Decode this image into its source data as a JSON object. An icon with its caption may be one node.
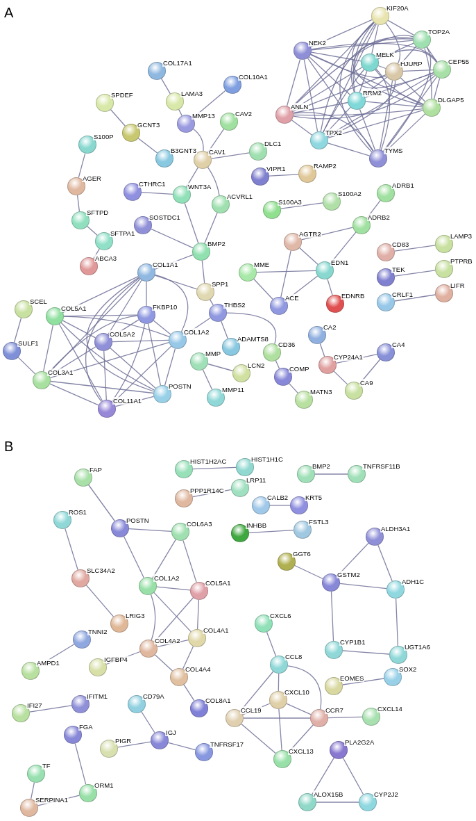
{
  "diagram": {
    "nodes": [
      {
        "text": [
          "KIF20A"
        ]
      },
      {
        "text": [
          "TOP2A"
        ]
      },
      {
        "text": [
          "NEK2"
        ]
      },
      {
        "text": [
          "MELK"
        ]
      },
      {
        "text": [
          "CEP55"
        ]
      },
      {
        "text": [
          "HJURP"
        ]
      },
      {
        "text": [
          "COL17A1"
        ]
      },
      {
        "text": [
          "COL10A1"
        ]
      },
      {
        "text": [
          "LAMA3"
        ]
      },
      {
        "text": [
          "SPDEF"
        ]
      },
      {
        "text": [
          "RRM2"
        ]
      },
      {
        "text": [
          "DLGAP5"
        ]
      },
      {
        "text": [
          "ANLN"
        ]
      },
      {
        "text": [
          "MMP13"
        ]
      },
      {
        "text": [
          "CAV2"
        ]
      },
      {
        "text": [
          "GCNT3"
        ]
      },
      {
        "text": [
          "TPX2"
        ]
      },
      {
        "text": [
          "S100P"
        ]
      },
      {
        "text": [
          "DLC1"
        ]
      },
      {
        "text": [
          "TYMS"
        ]
      },
      {
        "text": [
          "B3GNT3"
        ]
      },
      {
        "text": [
          "CAV1"
        ]
      },
      {
        "text": [
          "RAMP2"
        ]
      },
      {
        "text": [
          "VIPR1"
        ]
      },
      {
        "text": [
          "AGER"
        ]
      },
      {
        "text": [
          "CTHRC1"
        ]
      },
      {
        "text": [
          "WNT3A"
        ]
      },
      {
        "text": [
          "ADRB1"
        ]
      },
      {
        "text": [
          "S100A2"
        ]
      },
      {
        "text": [
          "ACVRL1"
        ]
      },
      {
        "text": [
          "S100A3"
        ]
      },
      {
        "text": [
          "SFTPD"
        ]
      },
      {
        "text": [
          "ADRB2"
        ]
      },
      {
        "text": [
          "SOSTDC1"
        ]
      },
      {
        "text": [
          "SFTPA1"
        ]
      },
      {
        "text": [
          "AGTR2"
        ]
      },
      {
        "text": [
          "LAMP3"
        ]
      },
      {
        "text": [
          "BMP2"
        ]
      },
      {
        "text": [
          "CD83"
        ]
      },
      {
        "text": [
          "MME"
        ]
      },
      {
        "text": [
          "EDN1"
        ]
      },
      {
        "text": [
          "ABCA3"
        ]
      },
      {
        "text": [
          "PTPRB"
        ]
      },
      {
        "text": [
          "COL1A1"
        ]
      },
      {
        "text": [
          "TEK"
        ]
      },
      {
        "text": [
          "SPP1"
        ]
      },
      {
        "text": [
          "LIFR"
        ]
      },
      {
        "text": [
          "CRLF1"
        ]
      },
      {
        "text": [
          "ACE"
        ]
      },
      {
        "text": [
          "EDNRB"
        ]
      },
      {
        "text": [
          "SCEL"
        ]
      },
      {
        "text": [
          "THBS2"
        ]
      },
      {
        "text": [
          "FKBP10"
        ]
      },
      {
        "text": [
          "COL5A1"
        ]
      },
      {
        "text": [
          "ADAMTS8"
        ]
      },
      {
        "text": [
          "COL1A2"
        ]
      },
      {
        "text": [
          "CA2"
        ]
      },
      {
        "text": [
          "COL5A2"
        ]
      },
      {
        "text": [
          "SULF1"
        ]
      },
      {
        "text": [
          "CD36"
        ]
      },
      {
        "text": [
          "CA4"
        ]
      },
      {
        "text": [
          "MMP"
        ]
      },
      {
        "text": [
          "CYP24A1"
        ]
      },
      {
        "text": [
          "LCN2"
        ]
      },
      {
        "text": [
          "COMP"
        ]
      },
      {
        "text": [
          "COL3A1"
        ]
      },
      {
        "text": [
          "CA9"
        ]
      },
      {
        "text": [
          "POSTN"
        ]
      },
      {
        "text": [
          "MATN3"
        ]
      },
      {
        "text": [
          "MMP11"
        ]
      },
      {
        "text": [
          "COL11A1"
        ]
      },
      {
        "text": [
          "HIST1H2AC"
        ]
      },
      {
        "text": [
          "HIST1H1C"
        ]
      },
      {
        "text": [
          "BMP2"
        ]
      },
      {
        "text": [
          "TNFRSF11B"
        ]
      },
      {
        "text": [
          "FAP"
        ]
      },
      {
        "text": [
          "LRP11"
        ]
      },
      {
        "text": [
          "PPP1R14C"
        ]
      },
      {
        "text": [
          "CALB2"
        ]
      },
      {
        "text": [
          "KRT5"
        ]
      },
      {
        "text": [
          "ROS1"
        ]
      },
      {
        "text": [
          "POSTN"
        ]
      },
      {
        "text": [
          "COL6A3"
        ]
      },
      {
        "text": [
          "INHBB"
        ]
      },
      {
        "text": [
          "FSTL3"
        ]
      },
      {
        "text": [
          "ALDH3A1"
        ]
      },
      {
        "text": [
          "GGT6"
        ]
      },
      {
        "text": [
          "SLC34A2"
        ]
      },
      {
        "text": [
          "GSTM2"
        ]
      },
      {
        "text": [
          "COL1A2"
        ]
      },
      {
        "text": [
          "ADH1C"
        ]
      },
      {
        "text": [
          "COL5A1"
        ]
      },
      {
        "text": [
          "LRIG3"
        ]
      },
      {
        "text": [
          "CXCL6"
        ]
      },
      {
        "text": [
          "COL4A1"
        ]
      },
      {
        "text": [
          "TNNI2"
        ]
      },
      {
        "text": [
          "COL4A2"
        ]
      },
      {
        "text": [
          "CYP1B1"
        ]
      },
      {
        "text": [
          "UGT1A6"
        ]
      },
      {
        "text": [
          "CCL8"
        ]
      },
      {
        "text": [
          "AMPD1"
        ]
      },
      {
        "text": [
          "IGFBP4"
        ]
      },
      {
        "text": [
          "COL4A4"
        ]
      },
      {
        "text": [
          "SOX2"
        ]
      },
      {
        "text": [
          "EOMES"
        ]
      },
      {
        "text": [
          "CXCL10"
        ]
      },
      {
        "text": [
          "IFITM1"
        ]
      },
      {
        "text": [
          "CD79A"
        ]
      },
      {
        "text": [
          "COL8A1"
        ]
      },
      {
        "text": [
          "IFI27"
        ]
      },
      {
        "text": [
          "CXCL14"
        ]
      },
      {
        "text": [
          "CCL19"
        ]
      },
      {
        "text": [
          "CCR7"
        ]
      },
      {
        "text": [
          "FGA"
        ]
      },
      {
        "text": [
          "IGJ"
        ]
      },
      {
        "text": [
          "PIGR"
        ]
      },
      {
        "text": [
          "PLA2G2A"
        ]
      },
      {
        "text": [
          "TNFRSF17"
        ]
      },
      {
        "text": [
          "CXCL13"
        ]
      },
      {
        "text": [
          "TF"
        ]
      },
      {
        "text": [
          "ORM1"
        ]
      },
      {
        "text": [
          "ALOX15B"
        ]
      },
      {
        "text": [
          "CYP2J2"
        ]
      },
      {
        "text": [
          "SERPINA1"
        ]
      }
    ],
    "edges": [
      {
        "from": 0,
        "to": 1,
        "arrow": "none"
      },
      {
        "from": 0,
        "to": 2,
        "arrow": "none"
      },
      {
        "from": 0,
        "to": 3,
        "arrow": "none"
      },
      {
        "from": 0,
        "to": 4,
        "arrow": "none"
      },
      {
        "from": 0,
        "to": 5,
        "arrow": "none"
      },
      {
        "from": 0,
        "to": 10,
        "arrow": "none"
      },
      {
        "from": 0,
        "to": 11,
        "arrow": "none"
      },
      {
        "from": 0,
        "to": 12,
        "arrow": "none"
      },
      {
        "from": 0,
        "to": 16,
        "arrow": "none"
      },
      {
        "from": 0,
        "to": 19,
        "arrow": "none"
      },
      {
        "from": 1,
        "to": 2,
        "arrow": "none"
      },
      {
        "from": 1,
        "to": 3,
        "arrow": "none"
      },
      {
        "from": 1,
        "to": 4,
        "arrow": "none"
      },
      {
        "from": 1,
        "to": 5,
        "arrow": "none"
      },
      {
        "from": 1,
        "to": 10,
        "arrow": "none"
      },
      {
        "from": 1,
        "to": 11,
        "arrow": "none"
      },
      {
        "from": 1,
        "to": 12,
        "arrow": "none"
      },
      {
        "from": 1,
        "to": 16,
        "arrow": "none"
      },
      {
        "from": 1,
        "to": 19,
        "arrow": "none"
      },
      {
        "from": 2,
        "to": 3,
        "arrow": "none"
      },
      {
        "from": 2,
        "to": 4,
        "arrow": "none"
      },
      {
        "from": 2,
        "to": 5,
        "arrow": "none"
      },
      {
        "from": 2,
        "to": 10,
        "arrow": "none"
      },
      {
        "from": 2,
        "to": 11,
        "arrow": "none"
      },
      {
        "from": 2,
        "to": 12,
        "arrow": "none"
      },
      {
        "from": 2,
        "to": 16,
        "arrow": "none"
      },
      {
        "from": 2,
        "to": 19,
        "arrow": "none"
      },
      {
        "from": 3,
        "to": 4,
        "arrow": "none"
      },
      {
        "from": 3,
        "to": 5,
        "arrow": "none"
      },
      {
        "from": 3,
        "to": 10,
        "arrow": "none"
      },
      {
        "from": 3,
        "to": 11,
        "arrow": "none"
      },
      {
        "from": 3,
        "to": 12,
        "arrow": "none"
      },
      {
        "from": 3,
        "to": 16,
        "arrow": "none"
      },
      {
        "from": 3,
        "to": 19,
        "arrow": "none"
      },
      {
        "from": 4,
        "to": 5,
        "arrow": "none"
      },
      {
        "from": 4,
        "to": 10,
        "arrow": "none"
      },
      {
        "from": 4,
        "to": 11,
        "arrow": "none"
      },
      {
        "from": 4,
        "to": 12,
        "arrow": "none"
      },
      {
        "from": 4,
        "to": 16,
        "arrow": "none"
      },
      {
        "from": 4,
        "to": 19,
        "arrow": "none"
      },
      {
        "from": 5,
        "to": 10,
        "arrow": "none"
      },
      {
        "from": 5,
        "to": 11,
        "arrow": "none"
      },
      {
        "from": 5,
        "to": 12,
        "arrow": "none"
      },
      {
        "from": 5,
        "to": 16,
        "arrow": "none"
      },
      {
        "from": 5,
        "to": 19,
        "arrow": "none"
      },
      {
        "from": 10,
        "to": 11,
        "arrow": "none"
      },
      {
        "from": 10,
        "to": 12,
        "arrow": "none"
      },
      {
        "from": 10,
        "to": 16,
        "arrow": "none"
      },
      {
        "from": 10,
        "to": 19,
        "arrow": "none"
      },
      {
        "from": 11,
        "to": 12,
        "arrow": "none"
      },
      {
        "from": 11,
        "to": 16,
        "arrow": "none"
      },
      {
        "from": 11,
        "to": 19,
        "arrow": "none"
      },
      {
        "from": 12,
        "to": 16,
        "arrow": "none"
      },
      {
        "from": 12,
        "to": 19,
        "arrow": "none"
      },
      {
        "from": 16,
        "to": 19,
        "arrow": "none"
      },
      {
        "from": 43,
        "to": 52,
        "arrow": "none"
      },
      {
        "from": 43,
        "to": 53,
        "arrow": "none"
      },
      {
        "from": 43,
        "to": 55,
        "arrow": "none"
      },
      {
        "from": 43,
        "to": 57,
        "arrow": "none"
      },
      {
        "from": 43,
        "to": 65,
        "arrow": "none"
      },
      {
        "from": 43,
        "to": 67,
        "arrow": "none"
      },
      {
        "from": 43,
        "to": 70,
        "arrow": "none"
      },
      {
        "from": 52,
        "to": 53,
        "arrow": "none"
      },
      {
        "from": 52,
        "to": 55,
        "arrow": "none"
      },
      {
        "from": 52,
        "to": 57,
        "arrow": "none"
      },
      {
        "from": 52,
        "to": 65,
        "arrow": "none"
      },
      {
        "from": 52,
        "to": 67,
        "arrow": "none"
      },
      {
        "from": 52,
        "to": 70,
        "arrow": "none"
      },
      {
        "from": 53,
        "to": 55,
        "arrow": "none"
      },
      {
        "from": 53,
        "to": 57,
        "arrow": "none"
      },
      {
        "from": 53,
        "to": 65,
        "arrow": "none"
      },
      {
        "from": 53,
        "to": 67,
        "arrow": "none"
      },
      {
        "from": 53,
        "to": 70,
        "arrow": "none"
      },
      {
        "from": 55,
        "to": 57,
        "arrow": "none"
      },
      {
        "from": 55,
        "to": 65,
        "arrow": "none"
      },
      {
        "from": 55,
        "to": 67,
        "arrow": "none"
      },
      {
        "from": 55,
        "to": 70,
        "arrow": "none"
      },
      {
        "from": 57,
        "to": 65,
        "arrow": "none"
      },
      {
        "from": 57,
        "to": 67,
        "arrow": "none"
      },
      {
        "from": 57,
        "to": 70,
        "arrow": "none"
      },
      {
        "from": 65,
        "to": 67,
        "arrow": "none"
      },
      {
        "from": 65,
        "to": 70,
        "arrow": "none"
      },
      {
        "from": 67,
        "to": 70,
        "arrow": "none"
      },
      {
        "from": 55,
        "to": 51,
        "arrow": "none"
      },
      {
        "from": 6,
        "to": 8,
        "arrow": "none"
      },
      {
        "from": 8,
        "to": 13,
        "arrow": "none"
      },
      {
        "from": 13,
        "to": 7,
        "arrow": "none"
      },
      {
        "from": 13,
        "to": 21,
        "arrow": "none"
      },
      {
        "from": 9,
        "to": 15,
        "arrow": "none"
      },
      {
        "from": 15,
        "to": 20,
        "arrow": "none"
      },
      {
        "from": 17,
        "to": 24,
        "arrow": "none"
      },
      {
        "from": 24,
        "to": 31,
        "arrow": "none"
      },
      {
        "from": 31,
        "to": 34,
        "arrow": "none"
      },
      {
        "from": 34,
        "to": 41,
        "arrow": "none"
      },
      {
        "from": 25,
        "to": 26,
        "arrow": "none"
      },
      {
        "from": 26,
        "to": 21,
        "arrow": "none"
      },
      {
        "from": 21,
        "to": 14,
        "arrow": "none"
      },
      {
        "from": 21,
        "to": 18,
        "arrow": "none"
      },
      {
        "from": 21,
        "to": 29,
        "arrow": "none"
      },
      {
        "from": 26,
        "to": 37,
        "arrow": "none"
      },
      {
        "from": 29,
        "to": 37,
        "arrow": "none"
      },
      {
        "from": 23,
        "to": 22,
        "arrow": "none"
      },
      {
        "from": 30,
        "to": 28,
        "arrow": "none"
      },
      {
        "from": 27,
        "to": 32,
        "arrow": "none"
      },
      {
        "from": 32,
        "to": 35,
        "arrow": "none"
      },
      {
        "from": 32,
        "to": 40,
        "arrow": "none"
      },
      {
        "from": 35,
        "to": 40,
        "arrow": "none"
      },
      {
        "from": 35,
        "to": 48,
        "arrow": "none"
      },
      {
        "from": 39,
        "to": 40,
        "arrow": "none"
      },
      {
        "from": 39,
        "to": 48,
        "arrow": "none"
      },
      {
        "from": 48,
        "to": 40,
        "arrow": "none"
      },
      {
        "from": 40,
        "to": 49,
        "arrow": "none"
      },
      {
        "from": 38,
        "to": 36,
        "arrow": "none"
      },
      {
        "from": 44,
        "to": 42,
        "arrow": "none"
      },
      {
        "from": 47,
        "to": 46,
        "arrow": "none"
      },
      {
        "from": 33,
        "to": 37,
        "arrow": "none"
      },
      {
        "from": 37,
        "to": 43,
        "arrow": "none"
      },
      {
        "from": 37,
        "to": 45,
        "arrow": "none"
      },
      {
        "from": 43,
        "to": 45,
        "arrow": "none"
      },
      {
        "from": 45,
        "to": 51,
        "arrow": "none"
      },
      {
        "from": 51,
        "to": 54,
        "arrow": "none"
      },
      {
        "from": 51,
        "to": 59,
        "arrow": "none"
      },
      {
        "from": 59,
        "to": 64,
        "arrow": "none"
      },
      {
        "from": 64,
        "to": 68,
        "arrow": "none"
      },
      {
        "from": 61,
        "to": 63,
        "arrow": "none"
      },
      {
        "from": 61,
        "to": 69,
        "arrow": "none"
      },
      {
        "from": 56,
        "to": 62,
        "arrow": "none"
      },
      {
        "from": 62,
        "to": 60,
        "arrow": "none"
      },
      {
        "from": 62,
        "to": 66,
        "arrow": "none"
      },
      {
        "from": 60,
        "to": 66,
        "arrow": "none"
      },
      {
        "from": 50,
        "to": 58,
        "arrow": "none"
      },
      {
        "from": 58,
        "to": 65,
        "arrow": "none"
      },
      {
        "from": 75,
        "to": 81,
        "arrow": "none"
      },
      {
        "from": 81,
        "to": 82,
        "arrow": "none"
      },
      {
        "from": 81,
        "to": 89,
        "arrow": "none"
      },
      {
        "from": 80,
        "to": 87,
        "arrow": "none"
      },
      {
        "from": 87,
        "to": 92,
        "arrow": "none"
      },
      {
        "from": 71,
        "to": 72,
        "arrow": "none"
      },
      {
        "from": 77,
        "to": 76,
        "arrow": "none"
      },
      {
        "from": 73,
        "to": 74,
        "arrow": "none"
      },
      {
        "from": 78,
        "to": 79,
        "arrow": "none"
      },
      {
        "from": 83,
        "to": 84,
        "arrow": "none"
      },
      {
        "from": 82,
        "to": 89,
        "arrow": "none"
      },
      {
        "from": 82,
        "to": 91,
        "arrow": "none"
      },
      {
        "from": 89,
        "to": 91,
        "arrow": "none"
      },
      {
        "from": 89,
        "to": 96,
        "arrow": "none"
      },
      {
        "from": 89,
        "to": 94,
        "arrow": "none"
      },
      {
        "from": 91,
        "to": 96,
        "arrow": "none"
      },
      {
        "from": 91,
        "to": 94,
        "arrow": "none"
      },
      {
        "from": 96,
        "to": 94,
        "arrow": "none"
      },
      {
        "from": 96,
        "to": 102,
        "arrow": "none"
      },
      {
        "from": 94,
        "to": 102,
        "arrow": "none"
      },
      {
        "from": 102,
        "to": 108,
        "arrow": "none"
      },
      {
        "from": 101,
        "to": 96,
        "arrow": "none"
      },
      {
        "from": 95,
        "to": 100,
        "arrow": "none"
      },
      {
        "from": 109,
        "to": 106,
        "arrow": "none"
      },
      {
        "from": 113,
        "to": 120,
        "arrow": "none"
      },
      {
        "from": 119,
        "to": 123,
        "arrow": "none"
      },
      {
        "from": 123,
        "to": 120,
        "arrow": "none"
      },
      {
        "from": 107,
        "to": 114,
        "arrow": "none"
      },
      {
        "from": 115,
        "to": 114,
        "arrow": "none"
      },
      {
        "from": 114,
        "to": 117,
        "arrow": "none"
      },
      {
        "from": 93,
        "to": 99,
        "arrow": "none"
      },
      {
        "from": 99,
        "to": 105,
        "arrow": "none"
      },
      {
        "from": 99,
        "to": 111,
        "arrow": "none"
      },
      {
        "from": 99,
        "to": 112,
        "arrow": "none"
      },
      {
        "from": 105,
        "to": 111,
        "arrow": "none"
      },
      {
        "from": 105,
        "to": 112,
        "arrow": "none"
      },
      {
        "from": 105,
        "to": 118,
        "arrow": "none"
      },
      {
        "from": 111,
        "to": 112,
        "arrow": "none"
      },
      {
        "from": 111,
        "to": 118,
        "arrow": "none"
      },
      {
        "from": 112,
        "to": 118,
        "arrow": "none"
      },
      {
        "from": 112,
        "to": 110,
        "arrow": "none"
      },
      {
        "from": 86,
        "to": 88,
        "arrow": "none"
      },
      {
        "from": 88,
        "to": 85,
        "arrow": "none"
      },
      {
        "from": 88,
        "to": 90,
        "arrow": "none"
      },
      {
        "from": 85,
        "to": 90,
        "arrow": "none"
      },
      {
        "from": 88,
        "to": 97,
        "arrow": "none"
      },
      {
        "from": 90,
        "to": 98,
        "arrow": "none"
      },
      {
        "from": 97,
        "to": 98,
        "arrow": "none"
      },
      {
        "from": 104,
        "to": 103,
        "arrow": "none"
      },
      {
        "from": 116,
        "to": 121,
        "arrow": "none"
      },
      {
        "from": 116,
        "to": 122,
        "arrow": "none"
      },
      {
        "from": 121,
        "to": 122,
        "arrow": "none"
      }
    ],
    "labels": [
      "A",
      "B"
    ]
  }
}
